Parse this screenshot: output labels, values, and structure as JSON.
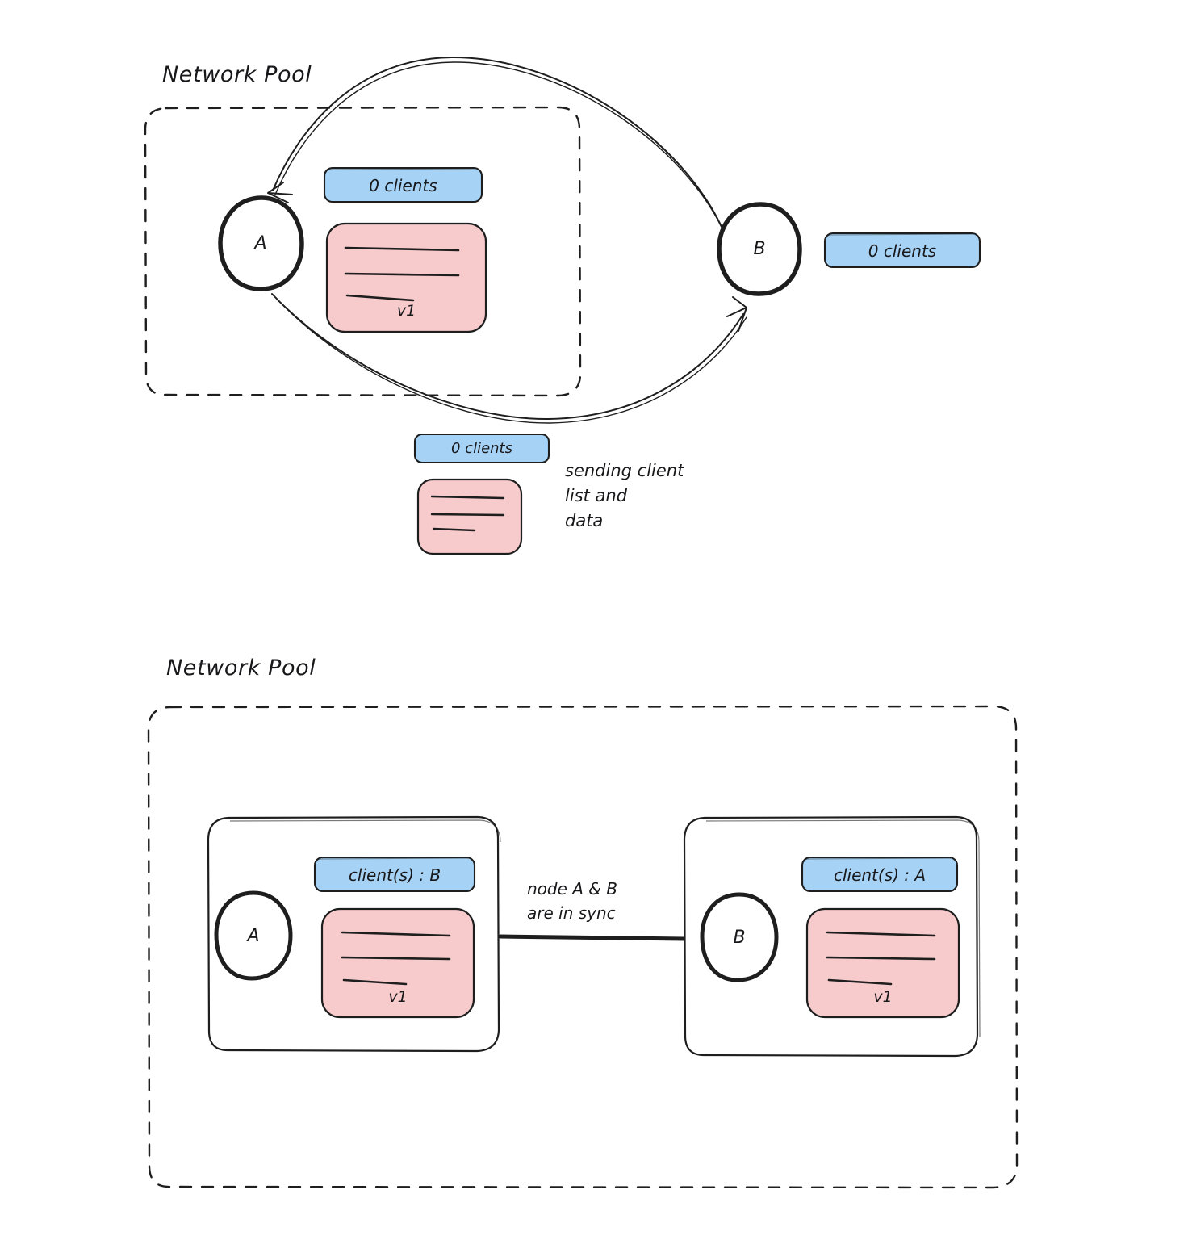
{
  "diagram": {
    "title_top": "Network Pool",
    "title_bottom": "Network Pool",
    "colors": {
      "badge_fill": "#a5d2f5",
      "badge_stroke": "#1e1e1e",
      "card_fill": "#f7cacb",
      "card_stroke": "#1e1e1e",
      "stroke": "#1e1e1e",
      "background": "#ffffff"
    },
    "top_scene": {
      "pool_label": "Network Pool",
      "node_a": {
        "letter": "A",
        "badge": "0 clients",
        "card_version": "v1"
      },
      "node_b": {
        "letter": "B",
        "badge": "0 clients"
      },
      "transfer": {
        "badge": "0 clients",
        "note": "sending client\nlist and\ndata"
      }
    },
    "bottom_scene": {
      "pool_label": "Network Pool",
      "node_a": {
        "letter": "A",
        "badge": "client(s) : B",
        "card_version": "v1"
      },
      "node_b": {
        "letter": "B",
        "badge": "client(s) : A",
        "card_version": "v1"
      },
      "link_note": "node A & B\nare in sync"
    }
  }
}
